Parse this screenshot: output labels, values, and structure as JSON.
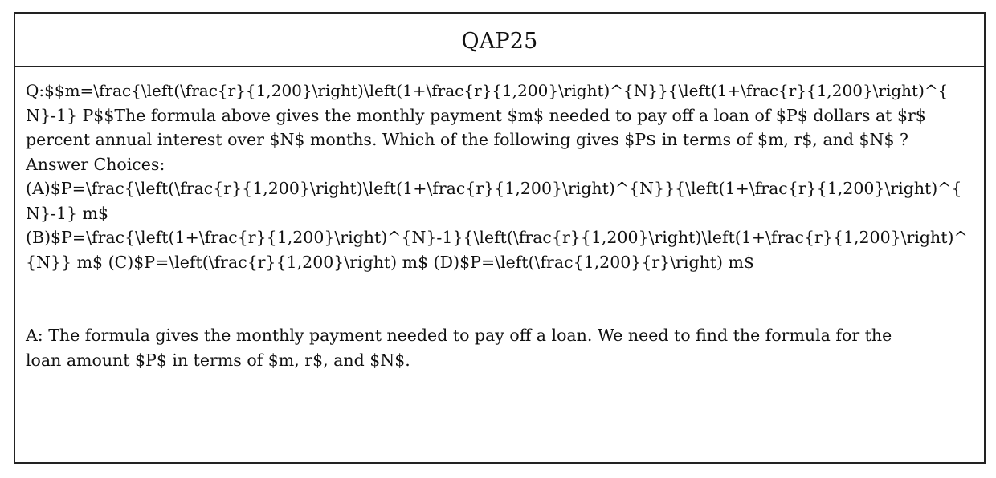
{
  "title": "QAP25",
  "question_lines": [
    "Q:$$m=\\frac{\\left(\\frac{r}{1,200}\\right)\\left(1+\\frac{r}{1,200}\\right)^{N}}{\\left(1+\\frac{r}{1,200}\\right)^{",
    "N}-1} P$$The formula above gives the monthly payment $m$ needed to pay off a loan of $P$ dollars at $r$",
    "percent annual interest over $N$ months. Which of the following gives $P$ in terms of $m, r$, and $N$ ?",
    "Answer Choices:",
    "(A)$P=\\frac{\\left(\\frac{r}{1,200}\\right)\\left(1+\\frac{r}{1,200}\\right)^{N}}{\\left(1+\\frac{r}{1,200}\\right)^{",
    "N}-1} m$",
    "(B)$P=\\frac{\\left(1+\\frac{r}{1,200}\\right)^{N}-1}{\\left(\\frac{r}{1,200}\\right)\\left(1+\\frac{r}{1,200}\\right)^",
    "{N}} m$ (C)$P=\\left(\\frac{r}{1,200}\\right) m$ (D)$P=\\left(\\frac{1,200}{r}\\right) m$"
  ],
  "answer_lines": [
    "A: The formula gives the monthly payment needed to pay off a loan. We need to find the formula for the",
    "loan amount $P$ in terms of $m, r$, and $N$."
  ]
}
